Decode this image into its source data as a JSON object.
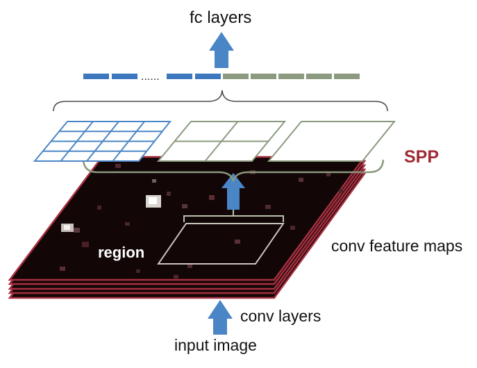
{
  "labels": {
    "fc_layers": "fc layers",
    "spp": "SPP",
    "conv_feature_maps": "conv feature maps",
    "region": "region",
    "conv_layers": "conv layers",
    "input_image": "input image",
    "ellipsis": "......"
  },
  "pyramid": {
    "levels": [
      {
        "grid": 4,
        "color": "#4a86c6"
      },
      {
        "grid": 2,
        "color": "#8a9a7e"
      },
      {
        "grid": 1,
        "color": "#8a9a7e"
      }
    ]
  },
  "vector": {
    "blue_segments": 2,
    "green_segments": 5,
    "leading_blue_segments": 2
  },
  "colors": {
    "arrow": "#4a86c6",
    "spp_text": "#9e2b34",
    "feature_map_edge": "#a83040",
    "feature_map_fill": "#120607",
    "blue": "#3d78bf",
    "green": "#8c9b80",
    "bracket": "#8a9a7e"
  }
}
